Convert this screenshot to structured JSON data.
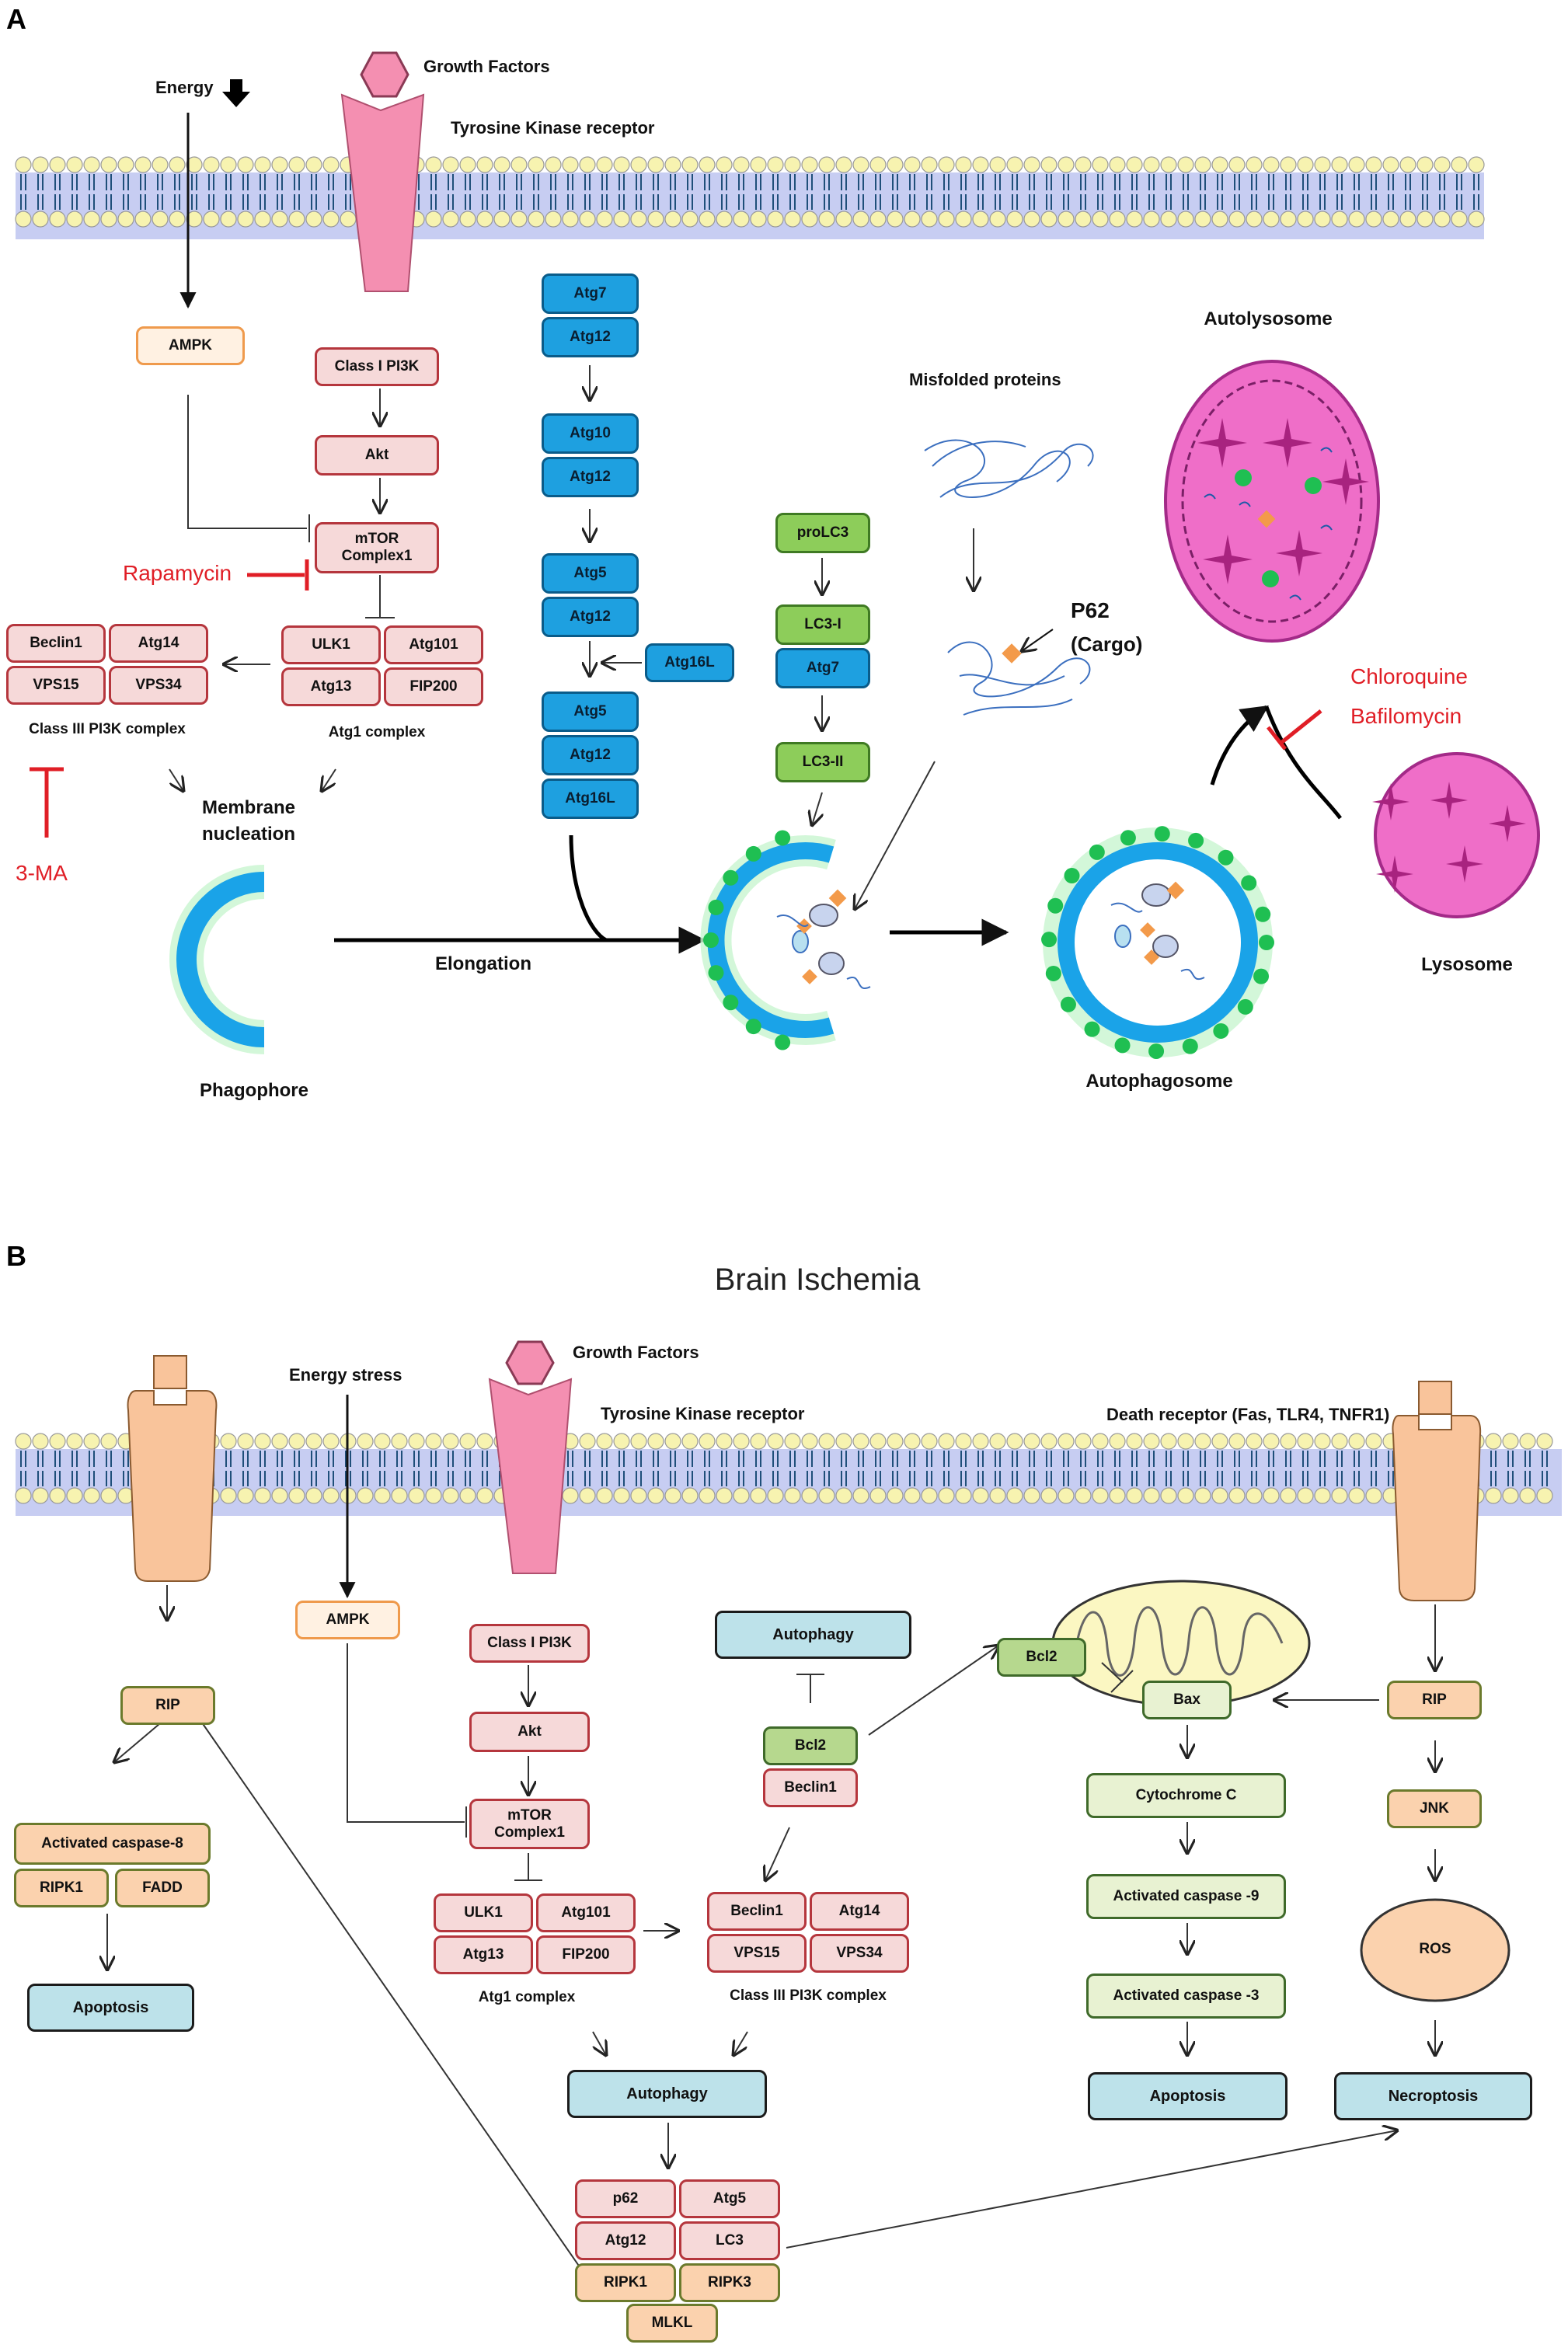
{
  "panel_a": {
    "label": "A",
    "energy": "Energy",
    "growth_factors": "Growth Factors",
    "tk_receptor": "Tyrosine Kinase receptor",
    "ampk": "AMPK",
    "class1_pi3k": "Class I PI3K",
    "akt": "Akt",
    "mtor": "mTOR\nComplex1",
    "rapamycin": "Rapamycin",
    "class3_items": [
      "Beclin1",
      "Atg14",
      "VPS15",
      "VPS34"
    ],
    "class3_label": "Class III PI3K complex",
    "atg1_items": [
      "ULK1",
      "Atg101",
      "Atg13",
      "FIP200"
    ],
    "atg1_label": "Atg1 complex",
    "three_ma": "3-MA",
    "membrane_nucleation": "Membrane\nnucleation",
    "phagophore": "Phagophore",
    "elongation": "Elongation",
    "atg_col": [
      "Atg7",
      "Atg12",
      "Atg10",
      "Atg12",
      "Atg5",
      "Atg12",
      "Atg5",
      "Atg12",
      "Atg16L"
    ],
    "atg16l_side": "Atg16L",
    "lc3_col": [
      "proLC3",
      "LC3-I",
      "Atg7",
      "LC3-II"
    ],
    "misfolded": "Misfolded  proteins",
    "p62": "P62",
    "cargo": "(Cargo)",
    "autolysosome": "Autolysosome",
    "chloroquine": "Chloroquine",
    "bafilomycin": "Bafilomycin",
    "lysosome": "Lysosome",
    "autophagosome": "Autophagosome"
  },
  "panel_b": {
    "label": "B",
    "title": "Brain Ischemia",
    "energy_stress": "Energy stress",
    "growth_factors": "Growth Factors",
    "tk_receptor": "Tyrosine Kinase receptor",
    "death_receptor": "Death receptor (Fas, TLR4, TNFR1)",
    "ampk": "AMPK",
    "class1_pi3k": "Class I PI3K",
    "akt": "Akt",
    "mtor": "mTOR\nComplex1",
    "atg1_items": [
      "ULK1",
      "Atg101",
      "Atg13",
      "FIP200"
    ],
    "atg1_label": "Atg1 complex",
    "class3_items": [
      "Beclin1",
      "Atg14",
      "VPS15",
      "VPS34"
    ],
    "class3_label": "Class III PI3K complex",
    "autophagy_top": "Autophagy",
    "bcl2": "Bcl2",
    "beclin1": "Beclin1",
    "autophagy_mid": "Autophagy",
    "bottom_items": [
      "p62",
      "Atg5",
      "Atg12",
      "LC3",
      "RIPK1",
      "RIPK3",
      "MLKL"
    ],
    "rip_left": "RIP",
    "caspase8": "Activated caspase-8",
    "ripk1": "RIPK1",
    "fadd": "FADD",
    "apoptosis_left": "Apoptosis",
    "bcl2_mito": "Bcl2",
    "bax": "Bax",
    "cytochrome": "Cytochrome C",
    "caspase9": "Activated caspase -9",
    "caspase3": "Activated caspase -3",
    "apoptosis_right": "Apoptosis",
    "rip_right": "RIP",
    "jnk": "JNK",
    "ros": "ROS",
    "necroptosis": "Necroptosis"
  },
  "colors": {
    "membrane_head": "#f7f3b0",
    "membrane_band": "#c7cdf2",
    "receptor_pink": "#f48fb1",
    "receptor_orange": "#f9c49b",
    "inhibitor_red": "#e01e26",
    "autolysosome_fill": "#ef6ec8",
    "vesicle_blue": "#1aa3e8",
    "dot_green": "#1fbf52"
  }
}
